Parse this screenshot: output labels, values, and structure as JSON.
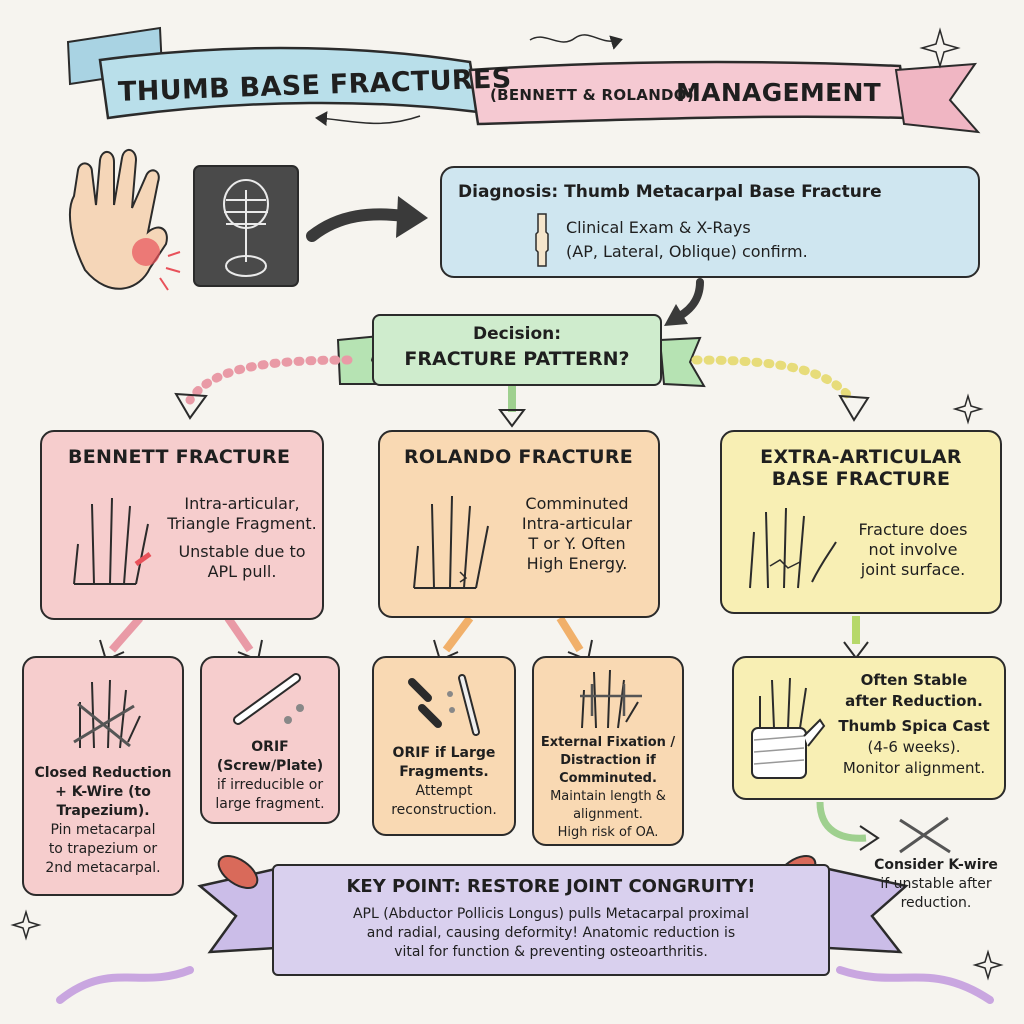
{
  "title": {
    "main": "THUMB BASE FRACTURES",
    "sub": "(BENNETT & ROLANDO)",
    "tail": "MANAGEMENT"
  },
  "diagnosis": {
    "heading": "Diagnosis: Thumb Metacarpal Base Fracture",
    "line1": "Clinical Exam & X-Rays",
    "line2": "(AP, Lateral, Oblique) confirm."
  },
  "decision": {
    "line1": "Decision:",
    "line2": "FRACTURE PATTERN?"
  },
  "bennett": {
    "title": "BENNETT FRACTURE",
    "desc1": "Intra-articular,",
    "desc2": "Triangle Fragment.",
    "desc3": "Unstable due to",
    "desc4": "APL pull."
  },
  "rolando": {
    "title": "ROLANDO FRACTURE",
    "desc1": "Comminuted",
    "desc2": "Intra-articular",
    "desc3": "T or Y. Often",
    "desc4": "High Energy."
  },
  "extra": {
    "title1": "EXTRA-ARTICULAR",
    "title2": "BASE FRACTURE",
    "desc1": "Fracture does",
    "desc2": "not involve",
    "desc3": "joint surface."
  },
  "closed": {
    "b1": "Closed Reduction",
    "b2": "+ K-Wire (to",
    "b3": "Trapezium).",
    "t1": "Pin metacarpal",
    "t2": "to trapezium or",
    "t3": "2nd metacarpal."
  },
  "orif1": {
    "b1": "ORIF",
    "b2": "(Screw/Plate)",
    "t1": "if irreducible or",
    "t2": "large fragment."
  },
  "orif2": {
    "b1": "ORIF if Large",
    "b2": "Fragments.",
    "t1": "Attempt",
    "t2": "reconstruction."
  },
  "exfix": {
    "b1": "External Fixation /",
    "b2": "Distraction if",
    "b3": "Comminuted.",
    "t1": "Maintain length &",
    "t2": "alignment.",
    "t3": "High risk of OA."
  },
  "stable": {
    "b1": "Often Stable",
    "b2": "after Reduction.",
    "b3": "Thumb Spica Cast",
    "t1": "(4-6 weeks).",
    "t2": "Monitor alignment."
  },
  "consider": {
    "b1": "Consider K-wire",
    "t1": "if unstable after",
    "t2": "reduction."
  },
  "keypoint": {
    "title": "KEY POINT: RESTORE JOINT CONGRUITY!",
    "line1": "APL (Abductor Pollicis Longus) pulls Metacarpal proximal",
    "line2": "and radial, causing deformity! Anatomic reduction is",
    "line3": "vital for function & preventing osteoarthritis."
  },
  "colors": {
    "blue": "#cfe6f0",
    "green": "#cfeccd",
    "pink": "#f6cdcd",
    "orange": "#f9d9b3",
    "yellow": "#f8efb4",
    "purple": "#d9d0ee"
  }
}
